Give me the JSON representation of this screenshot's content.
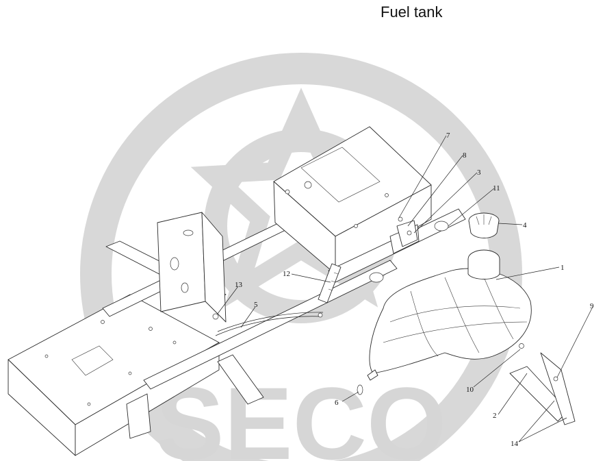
{
  "title": "Fuel tank",
  "watermark": {
    "text": "SECO"
  },
  "callouts": [
    {
      "number": "1"
    },
    {
      "number": "2"
    },
    {
      "number": "3"
    },
    {
      "number": "4"
    },
    {
      "number": "5"
    },
    {
      "number": "6"
    },
    {
      "number": "7"
    },
    {
      "number": "8"
    },
    {
      "number": "9"
    },
    {
      "number": "10"
    },
    {
      "number": "11"
    },
    {
      "number": "12"
    },
    {
      "number": "13"
    },
    {
      "number": "14"
    }
  ]
}
